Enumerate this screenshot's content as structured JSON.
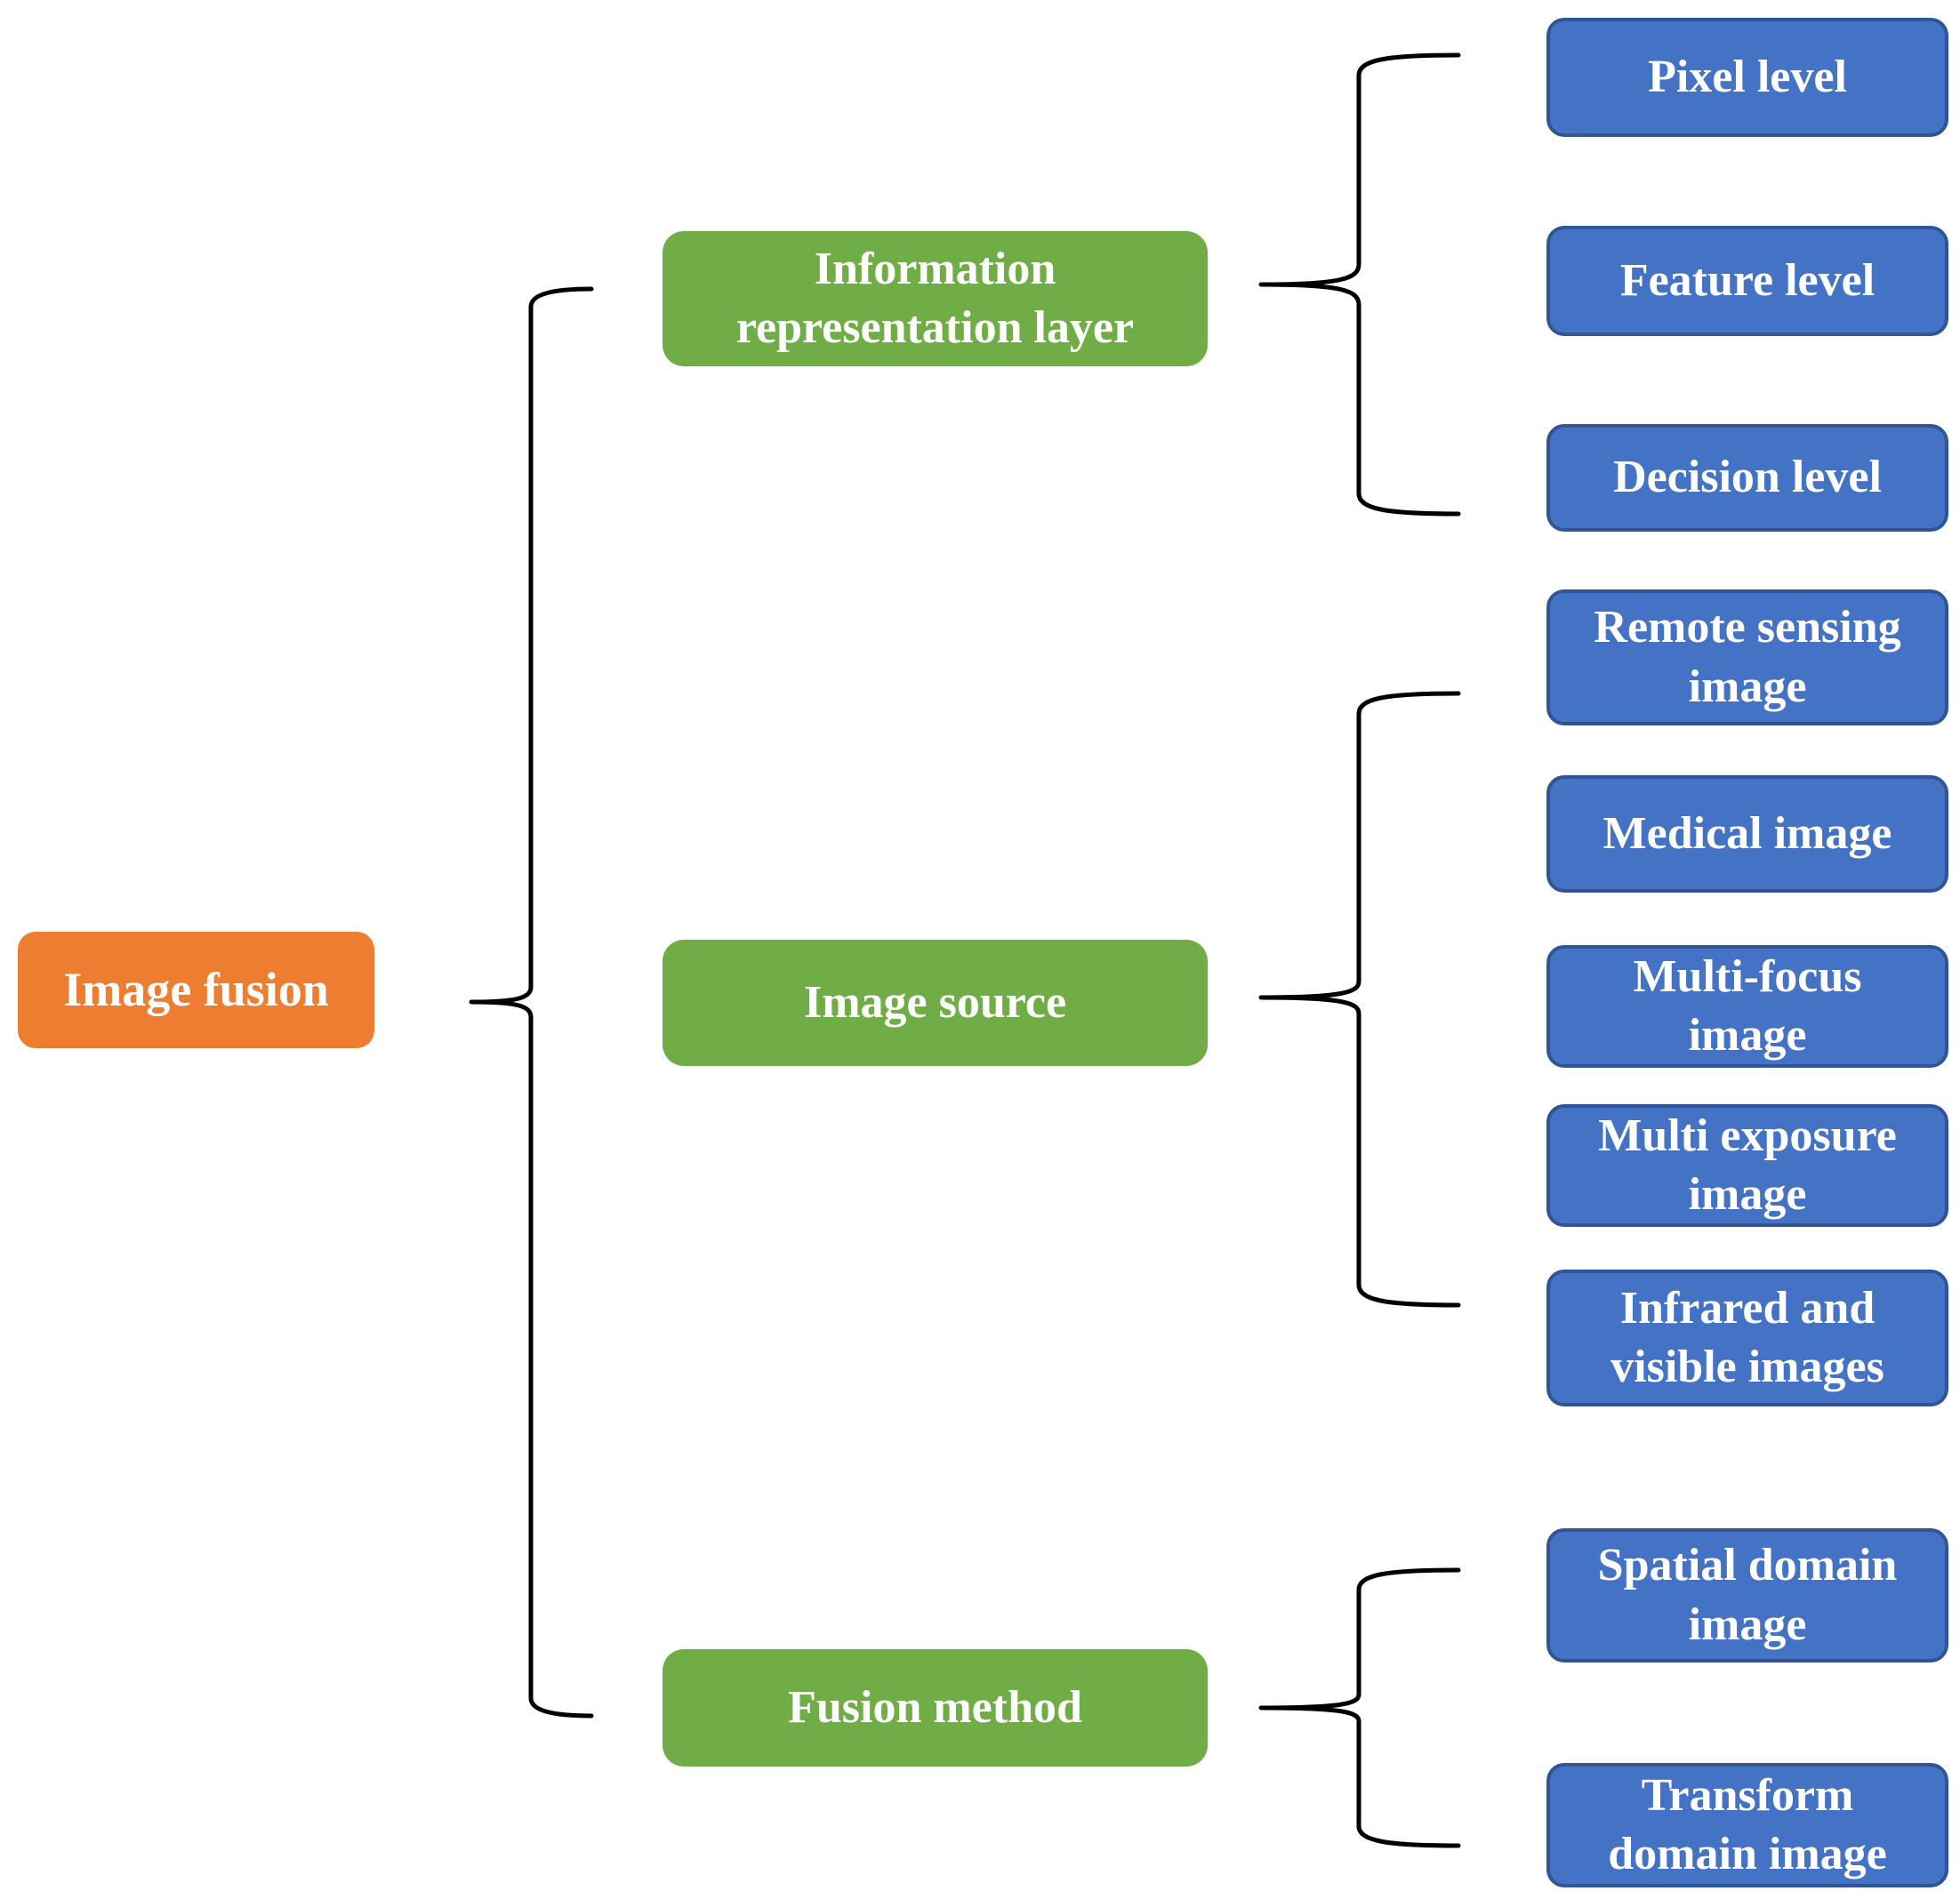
{
  "diagram": {
    "root": {
      "label": "Image fusion"
    },
    "branches": [
      {
        "label": "Information\nrepresentation layer",
        "children": [
          {
            "label": "Pixel level"
          },
          {
            "label": "Feature level"
          },
          {
            "label": "Decision level"
          }
        ]
      },
      {
        "label": "Image source",
        "children": [
          {
            "label": "Remote sensing\nimage"
          },
          {
            "label": "Medical image"
          },
          {
            "label": "Multi-focus\nimage"
          },
          {
            "label": "Multi exposure\nimage"
          },
          {
            "label": "Infrared and\nvisible images"
          }
        ]
      },
      {
        "label": "Fusion method",
        "children": [
          {
            "label": "Spatial domain\nimage"
          },
          {
            "label": "Transform\ndomain image"
          }
        ]
      }
    ],
    "colors": {
      "root": "#ed7d31",
      "branch": "#70ad47",
      "leaf": "#4472c4",
      "leaf_border": "#2f5597",
      "brace": "#000000",
      "text": "#ffffff"
    }
  }
}
